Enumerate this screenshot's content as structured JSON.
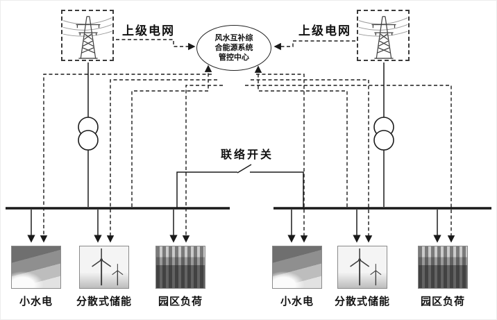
{
  "control_center": {
    "lines": [
      "风水互补综",
      "合能源系统",
      "管控中心"
    ]
  },
  "upper_grid": {
    "left_label": "上级电网",
    "right_label": "上级电网"
  },
  "tie_switch": {
    "label": "联络开关"
  },
  "loads": {
    "left": [
      {
        "label": "小水电",
        "type": "hydro",
        "image": "hydropower-dam-photo"
      },
      {
        "label": "分散式储能",
        "type": "wind",
        "image": "wind-turbine-photo"
      },
      {
        "label": "园区负荷",
        "type": "park",
        "image": "industrial-park-photo"
      }
    ],
    "right": [
      {
        "label": "小水电",
        "type": "hydro",
        "image": "hydropower-dam-photo"
      },
      {
        "label": "分散式储能",
        "type": "wind",
        "image": "wind-turbine-photo"
      },
      {
        "label": "园区负荷",
        "type": "park",
        "image": "industrial-park-photo"
      }
    ]
  },
  "colors": {
    "ink": "#1a1a1a",
    "background": "#ffffff"
  }
}
